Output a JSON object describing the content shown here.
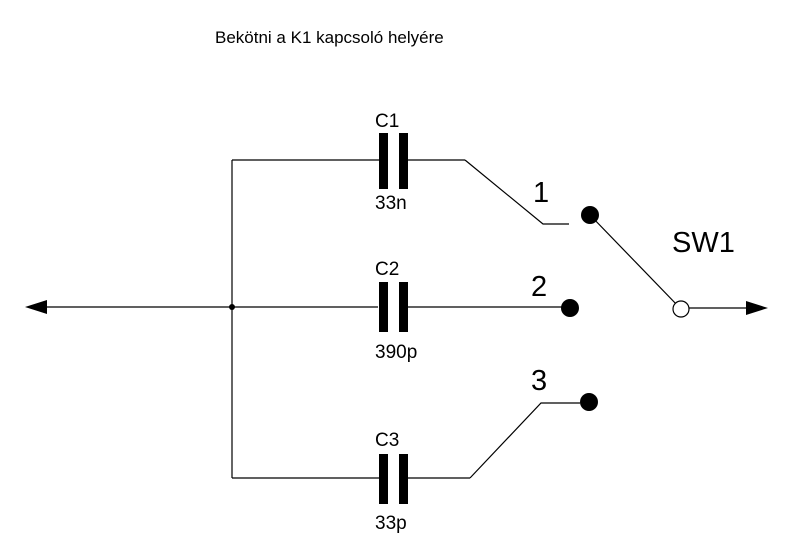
{
  "diagram": {
    "title": "Bekötni a K1 kapcsoló helyére",
    "switch": {
      "name": "SW1",
      "positions": [
        "1",
        "2",
        "3"
      ],
      "selected_position": "1"
    },
    "capacitors": [
      {
        "ref": "C1",
        "value": "33n"
      },
      {
        "ref": "C2",
        "value": "390p"
      },
      {
        "ref": "C3",
        "value": "33p"
      }
    ],
    "colors": {
      "line": "#000000",
      "background": "#ffffff",
      "common_terminal_fill": "#ffffff"
    }
  }
}
